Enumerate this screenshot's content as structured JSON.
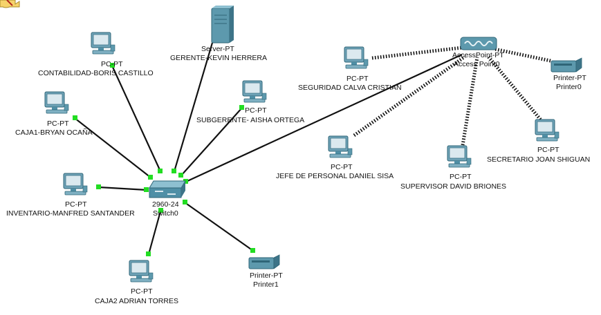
{
  "devices": {
    "server": {
      "type": "Server-PT",
      "name": "GERENTE-KEVIN HERRERA"
    },
    "contabilidad": {
      "type": "PC-PT",
      "name": "CONTABILIDAD-BORIS CASTILLO"
    },
    "subgerente": {
      "type": "PC-PT",
      "name": "SUBGERENTE- AISHA ORTEGA"
    },
    "caja1": {
      "type": "PC-PT",
      "name": "CAJA1-BRYAN OCAÑA"
    },
    "inventario": {
      "type": "PC-PT",
      "name": "INVENTARIO-MANFRED SANTANDER"
    },
    "switch0": {
      "type": "2960-24",
      "name": "Switch0"
    },
    "caja2": {
      "type": "PC-PT",
      "name": "CAJA2 ADRIAN TORRES"
    },
    "printer1": {
      "type": "Printer-PT",
      "name": "Printer1"
    },
    "accesspoint": {
      "type": "AccessPoint-PT",
      "name": "Access Point0"
    },
    "seguridad": {
      "type": "PC-PT",
      "name": "SEGURIDAD CALVA CRISTIAN"
    },
    "printer0": {
      "type": "Printer-PT",
      "name": "Printer0"
    },
    "jefe": {
      "type": "PC-PT",
      "name": "JEFE DE PERSONAL DANIEL SISA"
    },
    "supervisor": {
      "type": "PC-PT",
      "name": "SUPERVISOR DAVID BRIONES"
    },
    "secretario": {
      "type": "PC-PT",
      "name": "SECRETARIO JOAN SHIGUAN"
    }
  },
  "colors": {
    "background": "#ffffff",
    "cable": "#111111",
    "link_light": "#22dd22",
    "device_body": "#4f8fa6",
    "device_dark": "#2f6577"
  }
}
